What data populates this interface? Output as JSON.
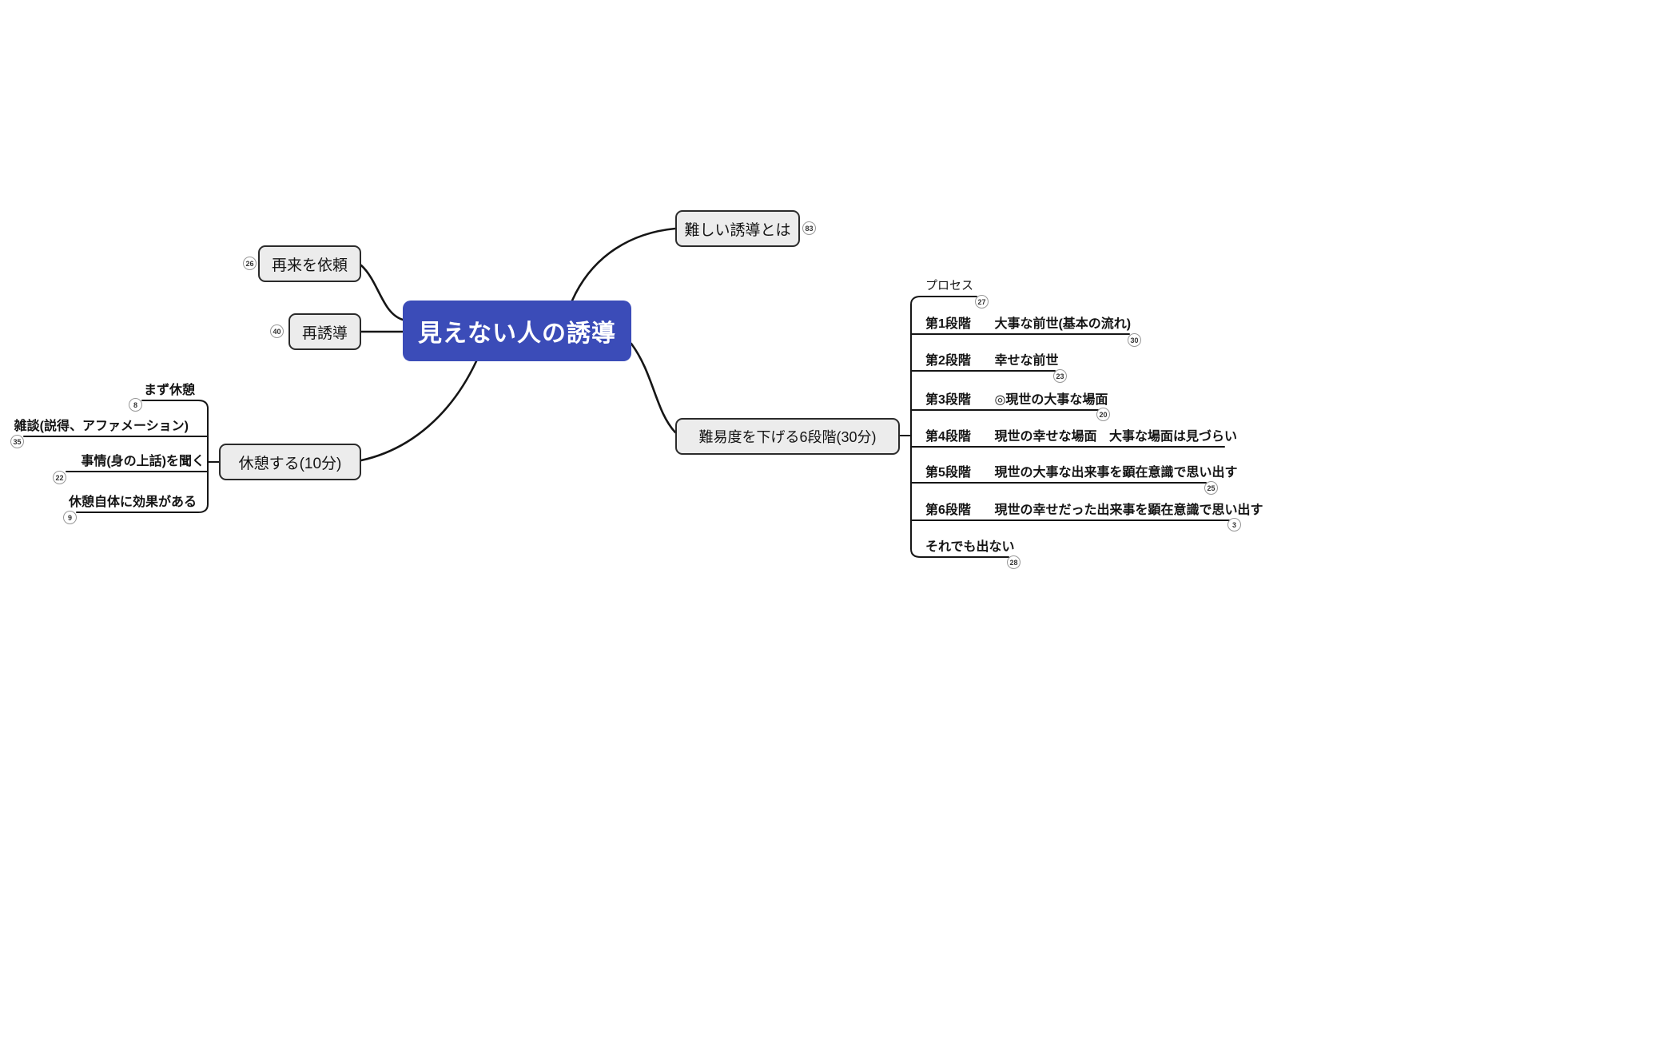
{
  "root": {
    "label": "見えない人の誘導"
  },
  "main_topics": {
    "request_revisit": {
      "label": "再来を依頼",
      "badge": "26"
    },
    "re_induction": {
      "label": "再誘導",
      "badge": "40"
    },
    "difficult": {
      "label": "難しい誘導とは",
      "badge": "83"
    },
    "rest": {
      "label": "休憩する(10分)"
    },
    "six_steps": {
      "label": "難易度を下げる6段階(30分)"
    }
  },
  "rest_children": [
    {
      "label": "まず休憩",
      "badge": "8"
    },
    {
      "label": "雑談(説得、アファメーション)",
      "badge": "35"
    },
    {
      "label": "事情(身の上話)を聞く",
      "badge": "22"
    },
    {
      "label": "休憩自体に効果がある",
      "badge": "9"
    }
  ],
  "steps_children": [
    {
      "label": "プロセス",
      "badge": "27"
    },
    {
      "stage": "第1段階",
      "label": "大事な前世(基本の流れ)",
      "badge": "30"
    },
    {
      "stage": "第2段階",
      "label": "幸せな前世",
      "badge": "23"
    },
    {
      "stage": "第3段階",
      "label": "◎現世の大事な場面",
      "badge": "20"
    },
    {
      "stage": "第4段階",
      "label": "現世の幸せな場面",
      "note": "大事な場面は見づらい"
    },
    {
      "stage": "第5段階",
      "label": "現世の大事な出来事を顕在意識で思い出す",
      "badge": "25"
    },
    {
      "stage": "第6段階",
      "label": "現世の幸せだった出来事を顕在意識で思い出す",
      "badge": "3"
    },
    {
      "label": "それでも出ない",
      "badge": "28"
    }
  ],
  "colors": {
    "root_bg": "#3b4cb8",
    "node_bg": "#ececec",
    "node_border": "#2b2b2b",
    "line": "#161616",
    "badge_border": "#979797"
  }
}
